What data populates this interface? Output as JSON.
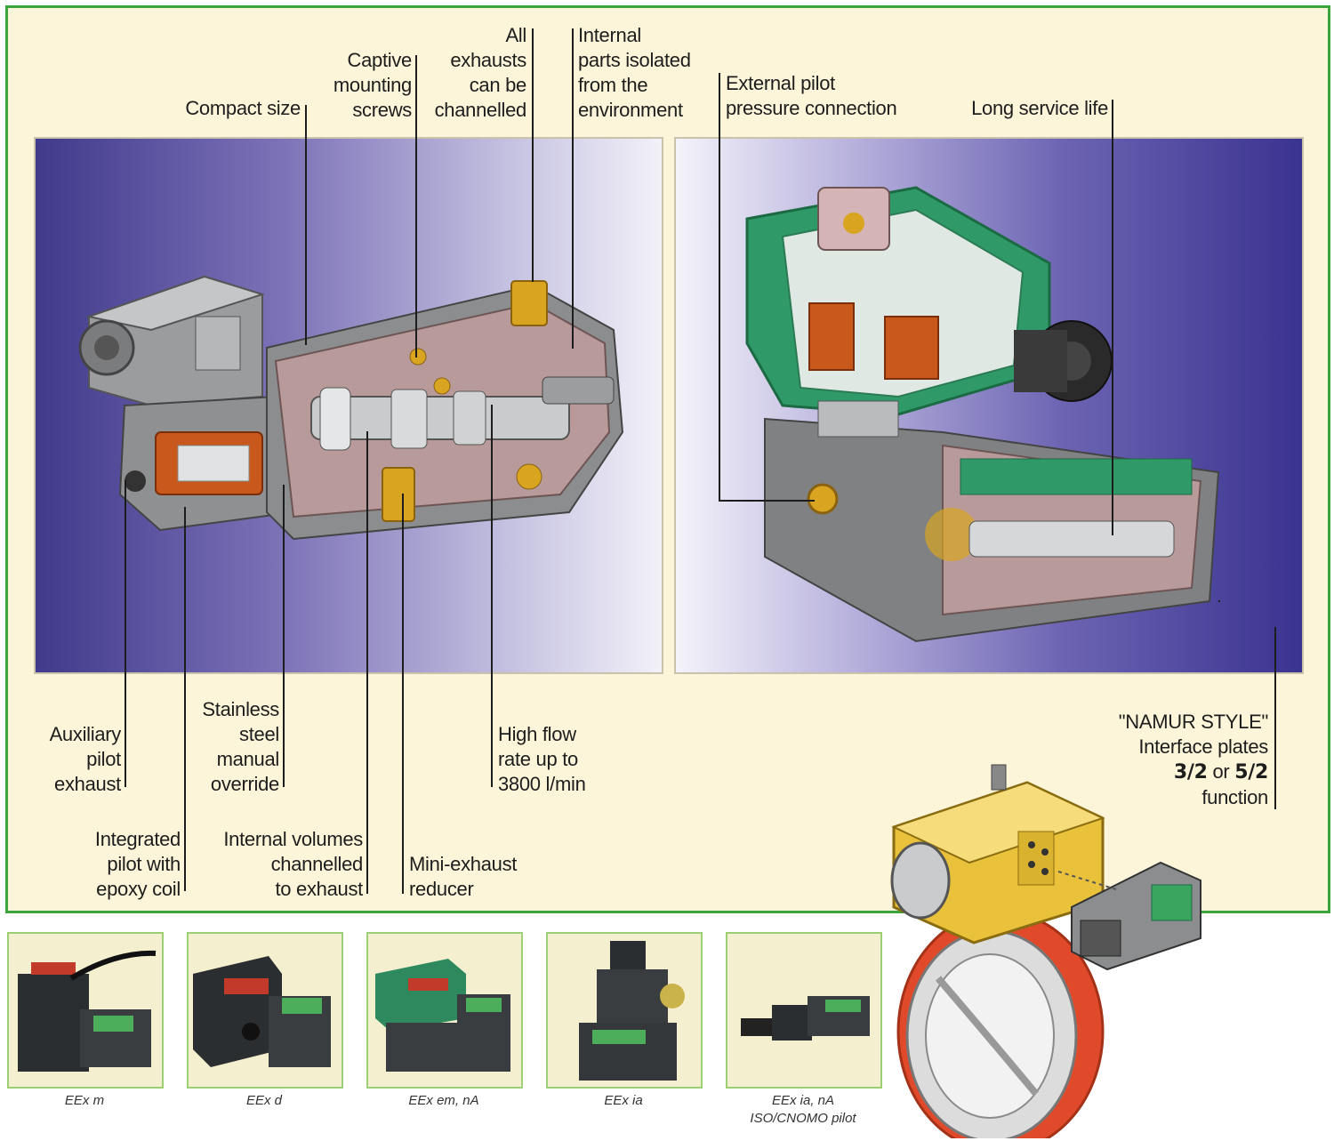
{
  "callouts": {
    "compact_size": "Compact size",
    "captive_screws": [
      "Captive",
      "mounting",
      "screws"
    ],
    "all_exhausts": [
      "All",
      "exhausts",
      "can be",
      "channelled"
    ],
    "internal_parts": [
      "Internal",
      "parts isolated",
      "from the",
      "environment"
    ],
    "external_pilot": [
      "External pilot",
      "pressure connection"
    ],
    "long_service": "Long service life",
    "auxiliary": [
      "Auxiliary",
      "pilot",
      "exhaust"
    ],
    "stainless": [
      "Stainless",
      "steel",
      "manual",
      "override"
    ],
    "high_flow": [
      "High flow",
      "rate up to",
      "3800 l/min"
    ],
    "integrated": [
      "Integrated",
      "pilot with",
      "epoxy coil"
    ],
    "internal_volumes": [
      "Internal volumes",
      "channelled",
      "to exhaust"
    ],
    "mini_exhaust": [
      "Mini-exhaust",
      "reducer"
    ],
    "namur": {
      "line1": "\"NAMUR STYLE\"",
      "line2": "Interface plates",
      "ratio_a": "3/2",
      "or": " or ",
      "ratio_b": "5/2",
      "line4": "function"
    }
  },
  "products": [
    {
      "caption": [
        "EEx m"
      ]
    },
    {
      "caption": [
        "EEx d"
      ]
    },
    {
      "caption": [
        "EEx em, nA"
      ]
    },
    {
      "caption": [
        "EEx ia"
      ]
    },
    {
      "caption": [
        "EEx ia, nA",
        "ISO/CNOMO pilot"
      ]
    }
  ],
  "colors": {
    "frame_border": "#3aa53c",
    "frame_fill": "#fcf5d9",
    "panel_blue": "#403a8c",
    "valve_gray": "#8b8d8f",
    "cutaway_pink": "#b89a9a",
    "brass": "#d9a521",
    "coil_orange": "#c8581c",
    "housing_green": "#2f9a68",
    "actuator_yellow": "#e9c13b",
    "valve_red": "#e04a2a"
  }
}
